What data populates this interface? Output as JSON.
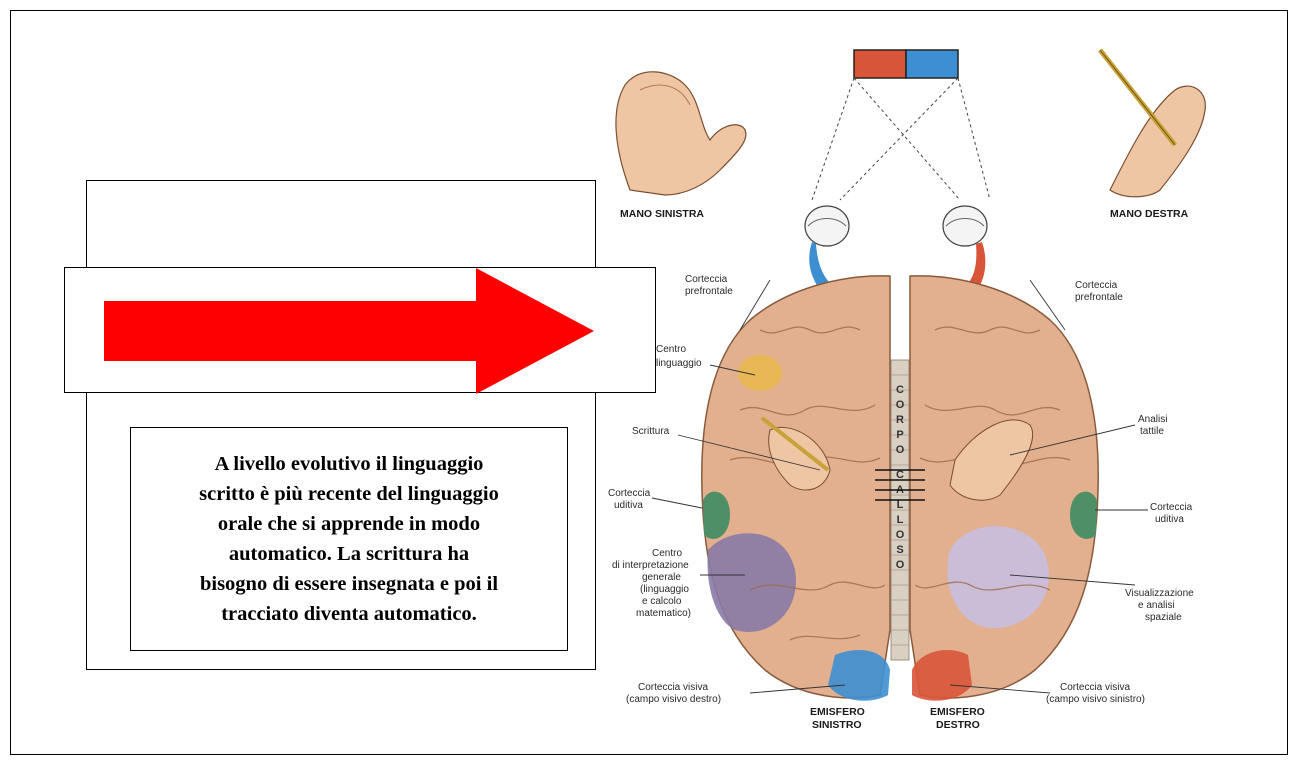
{
  "text_box": {
    "line1": "A livello evolutivo il linguaggio",
    "line2": "scritto è più recente del linguaggio",
    "line3": "orale che si apprende in modo",
    "line4": "automatico. La scrittura ha",
    "line5": "bisogno di essere insegnata e poi il",
    "line6": "tracciato diventa automatico."
  },
  "figure": {
    "hand_left": "MANO SINISTRA",
    "hand_right": "MANO DESTRA",
    "prefrontal_left": [
      "Corteccia",
      "prefrontale"
    ],
    "prefrontal_right": [
      "Corteccia",
      "prefrontale"
    ],
    "language_center": [
      "Centro",
      "linguaggio"
    ],
    "writing": "Scrittura",
    "tactile": [
      "Analisi",
      "tattile"
    ],
    "auditory_left": [
      "Corteccia",
      "uditiva"
    ],
    "auditory_right": [
      "Corteccia",
      "uditiva"
    ],
    "interpretation": [
      "Centro",
      "di interpretazione",
      "generale",
      "(linguaggio",
      "e calcolo",
      "matematico)"
    ],
    "visualization": [
      "Visualizzazione",
      "e analisi",
      "spaziale"
    ],
    "visual_left": [
      "Corteccia visiva",
      "(campo visivo destro)"
    ],
    "visual_right": [
      "Corteccia visiva",
      "(campo visivo sinistro)"
    ],
    "hemisphere_left": [
      "EMISFERO",
      "SINISTRO"
    ],
    "hemisphere_right": [
      "EMISFERO",
      "DESTRO"
    ],
    "corpus_callosum": [
      "C",
      "O",
      "R",
      "P",
      "O",
      "C",
      "A",
      "L",
      "L",
      "O",
      "S",
      "O"
    ]
  },
  "colors": {
    "arrow": "#ff0000",
    "brain": "#e2b08f",
    "visual_field_left": "#d8553a",
    "visual_field_right": "#3d8fd1",
    "lobe_purple": "#8a7aa6",
    "lobe_lavender": "#c9bedb",
    "auditory_green": "#4e8f68",
    "language_yellow": "#e8b84a"
  }
}
